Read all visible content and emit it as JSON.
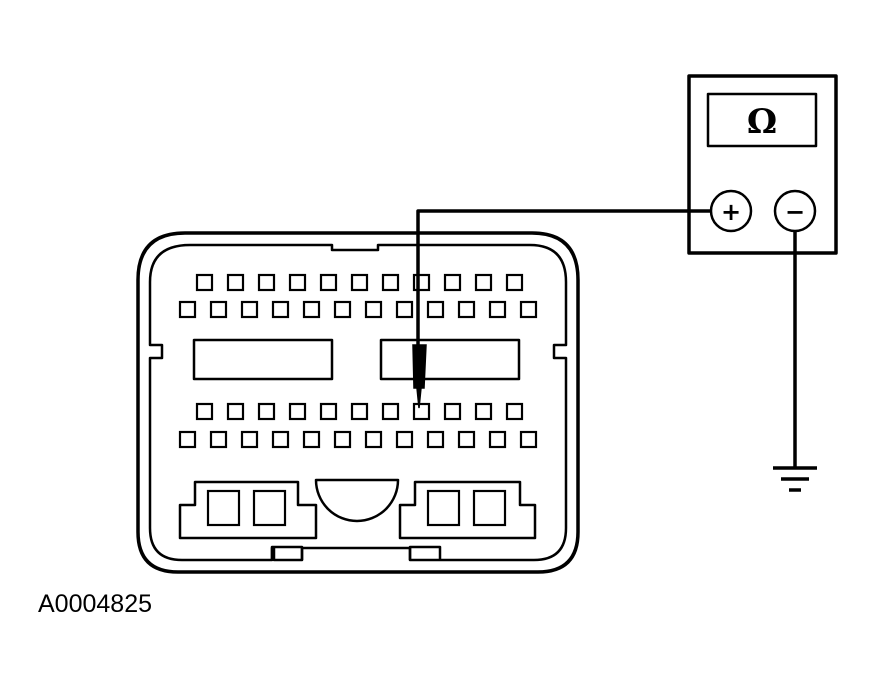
{
  "meter": {
    "display_symbol": "Ω",
    "positive_terminal": "+",
    "negative_terminal": "−"
  },
  "connector": {
    "top_row_pins": 11,
    "second_row_pins": 12,
    "third_row_pins": 11,
    "bottom_row_pins": 12,
    "probed_row": "third",
    "probed_pin_index": 7
  },
  "figure_id": "A0004825",
  "colors": {
    "line": "#000000",
    "background": "#ffffff"
  }
}
